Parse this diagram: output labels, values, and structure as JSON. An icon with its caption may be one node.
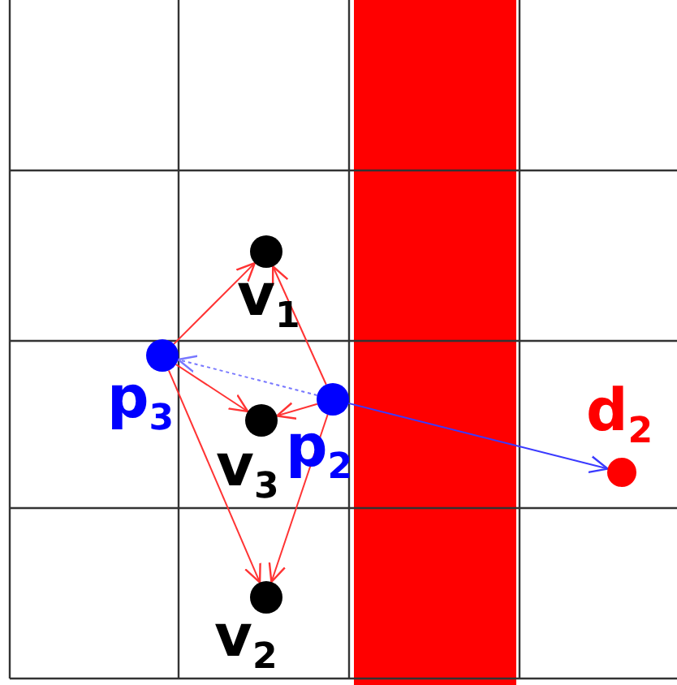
{
  "diagram": {
    "nodes": [
      {
        "text": [],
        "shape": "circle",
        "beside": [
          "v$_{1}$"
        ]
      },
      {
        "text": [],
        "shape": "circle",
        "beside": [
          "p$_{3}$"
        ]
      },
      {
        "text": [],
        "shape": "circle",
        "beside": [
          "v$_{3}$"
        ]
      },
      {
        "text": [],
        "shape": "circle",
        "beside": [
          "p$_{2}$"
        ]
      },
      {
        "text": [],
        "shape": "circle",
        "beside": [
          "d$_{2}$"
        ]
      },
      {
        "text": [],
        "shape": "circle",
        "beside": [
          "v$_{2}$"
        ]
      }
    ],
    "edges": [
      {
        "from": 1,
        "to": 0,
        "arrow": "to"
      },
      {
        "from": 1,
        "to": 2,
        "arrow": "to"
      },
      {
        "from": 1,
        "to": 5,
        "arrow": "to"
      },
      {
        "from": 3,
        "to": 0,
        "arrow": "to"
      },
      {
        "from": 3,
        "to": 2,
        "arrow": "to"
      },
      {
        "from": 3,
        "to": 5,
        "arrow": "to"
      },
      {
        "from": 3,
        "to": 1,
        "arrow": "to",
        "style": "dashed",
        "color": "#7777ff"
      },
      {
        "from": 3,
        "to": 4,
        "arrow": "to",
        "color": "#3a3aff"
      }
    ]
  }
}
